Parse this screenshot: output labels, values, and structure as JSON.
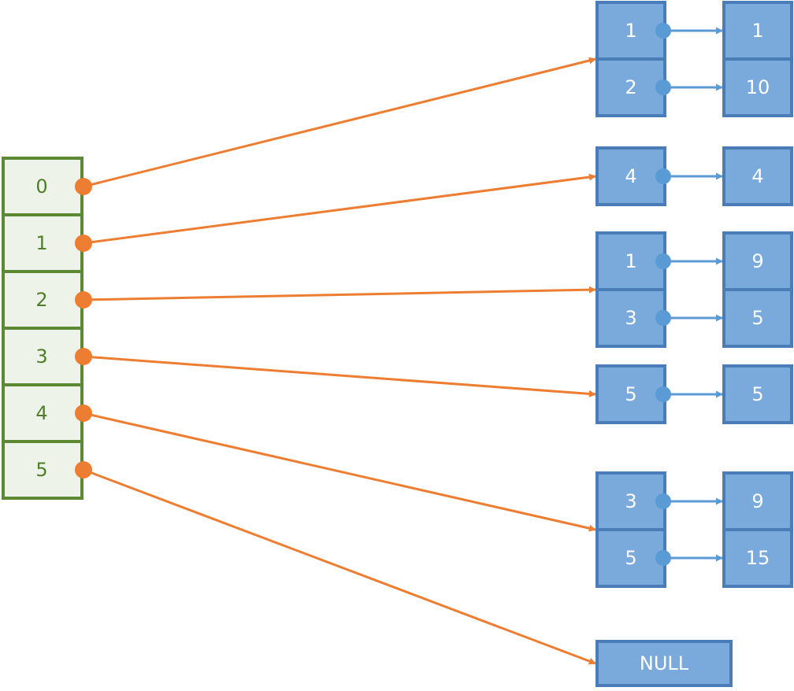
{
  "index_array": [
    "0",
    "1",
    "2",
    "3",
    "4",
    "5"
  ],
  "buckets": [
    {
      "index": "0",
      "entries": [
        {
          "key": "1",
          "value": "1"
        },
        {
          "key": "2",
          "value": "10"
        }
      ]
    },
    {
      "index": "1",
      "entries": [
        {
          "key": "4",
          "value": "4"
        }
      ]
    },
    {
      "index": "2",
      "entries": [
        {
          "key": "1",
          "value": "9"
        },
        {
          "key": "3",
          "value": "5"
        }
      ]
    },
    {
      "index": "3",
      "entries": [
        {
          "key": "5",
          "value": "5"
        }
      ]
    },
    {
      "index": "4",
      "entries": [
        {
          "key": "3",
          "value": "9"
        },
        {
          "key": "5",
          "value": "15"
        }
      ]
    },
    {
      "index": "5",
      "entries": []
    }
  ],
  "null_label": "NULL",
  "colors": {
    "index_fill": "#eef3ea",
    "index_stroke": "#5b8a33",
    "node_fill": "#7aa9dc",
    "node_stroke": "#4a7db8",
    "pointer_orange": "#ed7d31",
    "pointer_blue": "#5b9bd5"
  }
}
